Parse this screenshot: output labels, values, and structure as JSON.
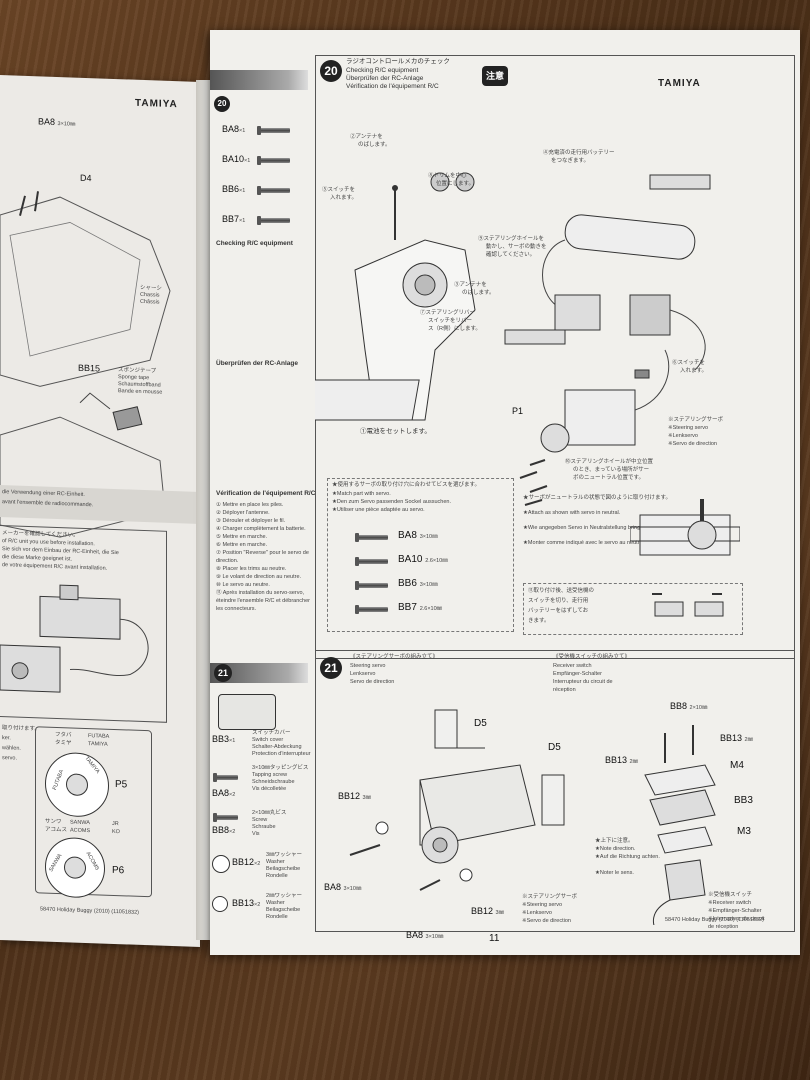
{
  "brand": "TAMIYA",
  "left_page": {
    "part_ba8": "BA8",
    "part_ba8_size": "3×10㎜",
    "part_d4": "D4",
    "chassis_ja": "シャーシ",
    "chassis_de": "Chassis",
    "chassis_fr": "Châssis",
    "part_bb15": "BB15",
    "sponge_ja": "スポンジテープ",
    "sponge_en": "Sponge tape",
    "sponge_de": "Schaumstoffband",
    "sponge_fr": "Bande en mousse",
    "note_de": "die Verwendung einer RC-Einheit.",
    "note_fr": "avant l'ensemble de radiocommande.",
    "check_ja": "メーカーを確認してください。",
    "check_en": "of R/C unit you use before installation.",
    "check_de1": "Sie sich vor dem Einbau der RC-Einheit, die Sie",
    "check_de2": "die diese Marke geeignet ist.",
    "check_fr": "de votre équipement R/C avant installation.",
    "futaba_ja": "フタバ",
    "futaba": "FUTABA",
    "tamiya_ja": "タミヤ",
    "tamiya": "TAMIYA",
    "p5": "P5",
    "sanwa_ja": "サンワ",
    "sanwa": "SANWA",
    "jr": "JR",
    "acoms_ja": "アコムス",
    "acoms": "ACOMS",
    "ko": "KO",
    "p6": "P6",
    "disc_futaba": "FUTABA",
    "disc_tamiya": "TAMIYA",
    "disc_sanwa": "SANWA",
    "disc_acoms": "ACOMS",
    "frag1": "取り付けます。",
    "frag2": "ker.",
    "frag3": "wählen.",
    "frag4": "servo."
  },
  "step20": {
    "number": "20",
    "title_ja": "ラジオコントロールメカのチェック",
    "title_en": "Checking R/C equipment",
    "title_de": "Überprüfen der RC-Anlage",
    "title_fr": "Vérification de l'équipement R/C",
    "caution": "注意",
    "side_parts": [
      {
        "code": "BA8",
        "qty": "×1"
      },
      {
        "code": "BA10",
        "qty": "×1"
      },
      {
        "code": "BB6",
        "qty": "×1"
      },
      {
        "code": "BB7",
        "qty": "×1"
      }
    ],
    "labels": {
      "antenna_2": "②アンテナを",
      "antenna_2b": "のばします。",
      "switch_5": "⑤スイッチを",
      "switch_5b": "入れます。",
      "trim_8": "⑧トリムを中心",
      "trim_8b": "位置にします。",
      "battery_4": "④充電済の走行用バッテリー",
      "battery_4b": "をつなぎます。",
      "steer_9": "⑨ステアリングホイールを",
      "steer_9b": "動かし、サーボの動きを",
      "steer_9c": "確認してください。",
      "antenna_3": "③アンテナを",
      "antenna_3b": "のばします。",
      "reverse_7": "⑦ステアリングリバー",
      "reverse_7b": "スイッチをリバー",
      "reverse_7c": "ス（R側）にします。",
      "switch_6": "⑥スイッチを",
      "switch_6b": "入れます。",
      "batt_1": "①電池をセットします。",
      "p1": "P1",
      "servo_ja": "※ステアリングサーボ",
      "servo_en": "※Steering servo",
      "servo_de": "※Lenkservo",
      "servo_fr": "※Servo de direction",
      "neutral_10": "⑩ステアリングホイールが中立位置",
      "neutral_10b": "のとき、まっている場所がサー",
      "neutral_10c": "ボのニュートラル位置です。"
    },
    "match_note": {
      "ja": "★使用するサーボの取り付け穴に合わせてビスを選びます。",
      "en": "★Match part with servo.",
      "de": "★Den zum Servo passenden Sockel aussuchen.",
      "fr": "★Utiliser une pièce adaptée au servo."
    },
    "screws": [
      {
        "code": "BA8",
        "size": "3×10㎜"
      },
      {
        "code": "BA10",
        "size": "2.6×10㎜"
      },
      {
        "code": "BB6",
        "size": "3×10㎜"
      },
      {
        "code": "BB7",
        "size": "2.6×10㎜"
      }
    ],
    "attach_note": {
      "ja": "★サーボがニュートラルの状態で図のように取り付けます。",
      "en": "★Attach as shown with servo in neutral.",
      "de": "★Wie angegeben Servo in Neutralstellung bringen.",
      "fr": "★Monter comme indiqué avec le servo au neutre."
    },
    "note_11": {
      "a": "⑪取り付け後、送受信機の",
      "b": "スイッチを切り、走行用",
      "c": "バッテリーをはずしてお",
      "d": "きます。"
    },
    "checklist_title": "Checking R/C equipment",
    "checklist_de_title": "Überprüfen der RC-Anlage",
    "checklist_fr_title": "Vérification de l'équipement R/C",
    "checklist_fr": [
      "① Mettre en place les piles.",
      "② Déployer l'antenne.",
      "③ Dérouler et déployer le fil.",
      "④ Charger complètement la batterie.",
      "⑤ Mettre en marche.",
      "⑥ Mettre en marche.",
      "⑦ Position \"Reverse\" pour le servo de",
      "direction.",
      "⑧ Placer les trims au neutre.",
      "⑨ Le volant de direction au neutre.",
      "⑩ Le servo au neutre.",
      "⑪ Après installation du servo-servo,",
      "éteindre l'ensemble R/C et débrancher",
      "les connecteurs."
    ]
  },
  "step21": {
    "number": "21",
    "servo_title_ja": "《ステアリングサーボの組み立て》",
    "servo_title_en": "Steering servo",
    "servo_title_de": "Lenkservo",
    "servo_title_fr": "Servo de direction",
    "switch_title_ja": "《受信機スイッチの組み立て》",
    "switch_title_en": "Receiver switch",
    "switch_title_de": "Empfänger-Schalter",
    "switch_title_fr1": "Interrupteur du circuit de",
    "switch_title_fr2": "réception",
    "parts": [
      {
        "code": "BB3",
        "qty": "×1",
        "ja": "スイッチカバー",
        "en": "Switch cover",
        "de": "Schalter-Abdeckung",
        "fr": "Protection d'interrupteur"
      },
      {
        "code": "BA8",
        "qty": "×2",
        "ja": "3×10㎜タッピングビス",
        "en": "Tapping screw",
        "de": "Schneidschraube",
        "fr": "Vis décolletée"
      },
      {
        "code": "BB8",
        "qty": "×2",
        "ja": "2×10㎜丸ビス",
        "en": "Screw",
        "de": "Schraube",
        "fr": "Vis"
      },
      {
        "code": "BB12",
        "qty": "×2",
        "ja": "3㎜ワッシャー",
        "en": "Washer",
        "de": "Beilagscheibe",
        "fr": "Rondelle"
      },
      {
        "code": "BB13",
        "qty": "×2",
        "ja": "2㎜ワッシャー",
        "en": "Washer",
        "de": "Beilagscheibe",
        "fr": "Rondelle"
      }
    ],
    "diag": {
      "d5a": "D5",
      "d5b": "D5",
      "bb12_3": "BB12",
      "bb12_3_size": "3㎜",
      "ba8_a": "BA8",
      "ba8_a_size": "3×10㎜",
      "ba8_b": "BA8",
      "ba8_b_size": "3×10㎜",
      "bb12_b": "BB12",
      "bb12_b_size": "3㎜",
      "servo_ja": "※ステアリングサーボ",
      "servo_en": "※Steering servo",
      "servo_de": "※Lenkservo",
      "servo_fr": "※Servo de direction",
      "bb8": "BB8",
      "bb8_size": "2×10㎜",
      "bb13_a": "BB13",
      "bb13_a_size": "2㎜",
      "bb13_b": "BB13",
      "bb13_b_size": "2㎜",
      "m4": "M4",
      "bb3": "BB3",
      "m3": "M3",
      "note_ja": "★上下に注意。",
      "note_en": "★Note direction.",
      "note_de": "★Auf die Richtung achten.",
      "note_fr": "★Noter le sens.",
      "rx_ja": "※受信機スイッチ",
      "rx_en": "※Receiver switch",
      "rx_de": "※Empfänger-Schalter",
      "rx_fr1": "※Interrupteur du circuit",
      "rx_fr2": "de réception"
    }
  },
  "footer": {
    "page_number": "11",
    "model_right": "58470 Holiday Buggy (2010) (11051832)",
    "model_left": "58470 Holiday Buggy (2010) (11051832)"
  }
}
